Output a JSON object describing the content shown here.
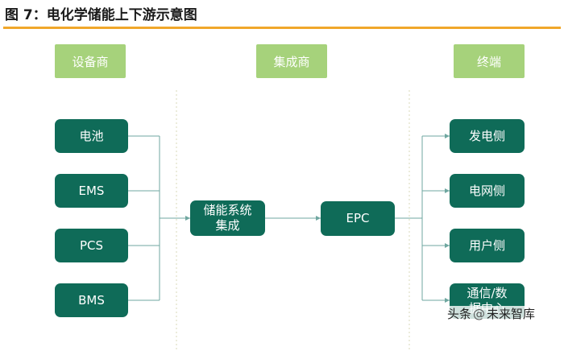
{
  "title": "图 7：电化学储能上下游示意图",
  "headers": {
    "upstream": "设备商",
    "midstream": "集成商",
    "downstream": "终端"
  },
  "upstream_nodes": [
    "电池",
    "EMS",
    "PCS",
    "BMS"
  ],
  "integration_node": "储能系统\n集成",
  "epc_node": "EPC",
  "downstream_nodes": [
    "发电侧",
    "电网侧",
    "用户侧",
    "通信/数\n据中心"
  ],
  "watermark": {
    "prefix": "头条",
    "at": "@",
    "text": "未来智库"
  },
  "colors": {
    "node_fill": "#0f6b58",
    "header_fill": "#a6d27b",
    "title_rule": "#f0a72b",
    "connector": "#6fa7a0"
  }
}
